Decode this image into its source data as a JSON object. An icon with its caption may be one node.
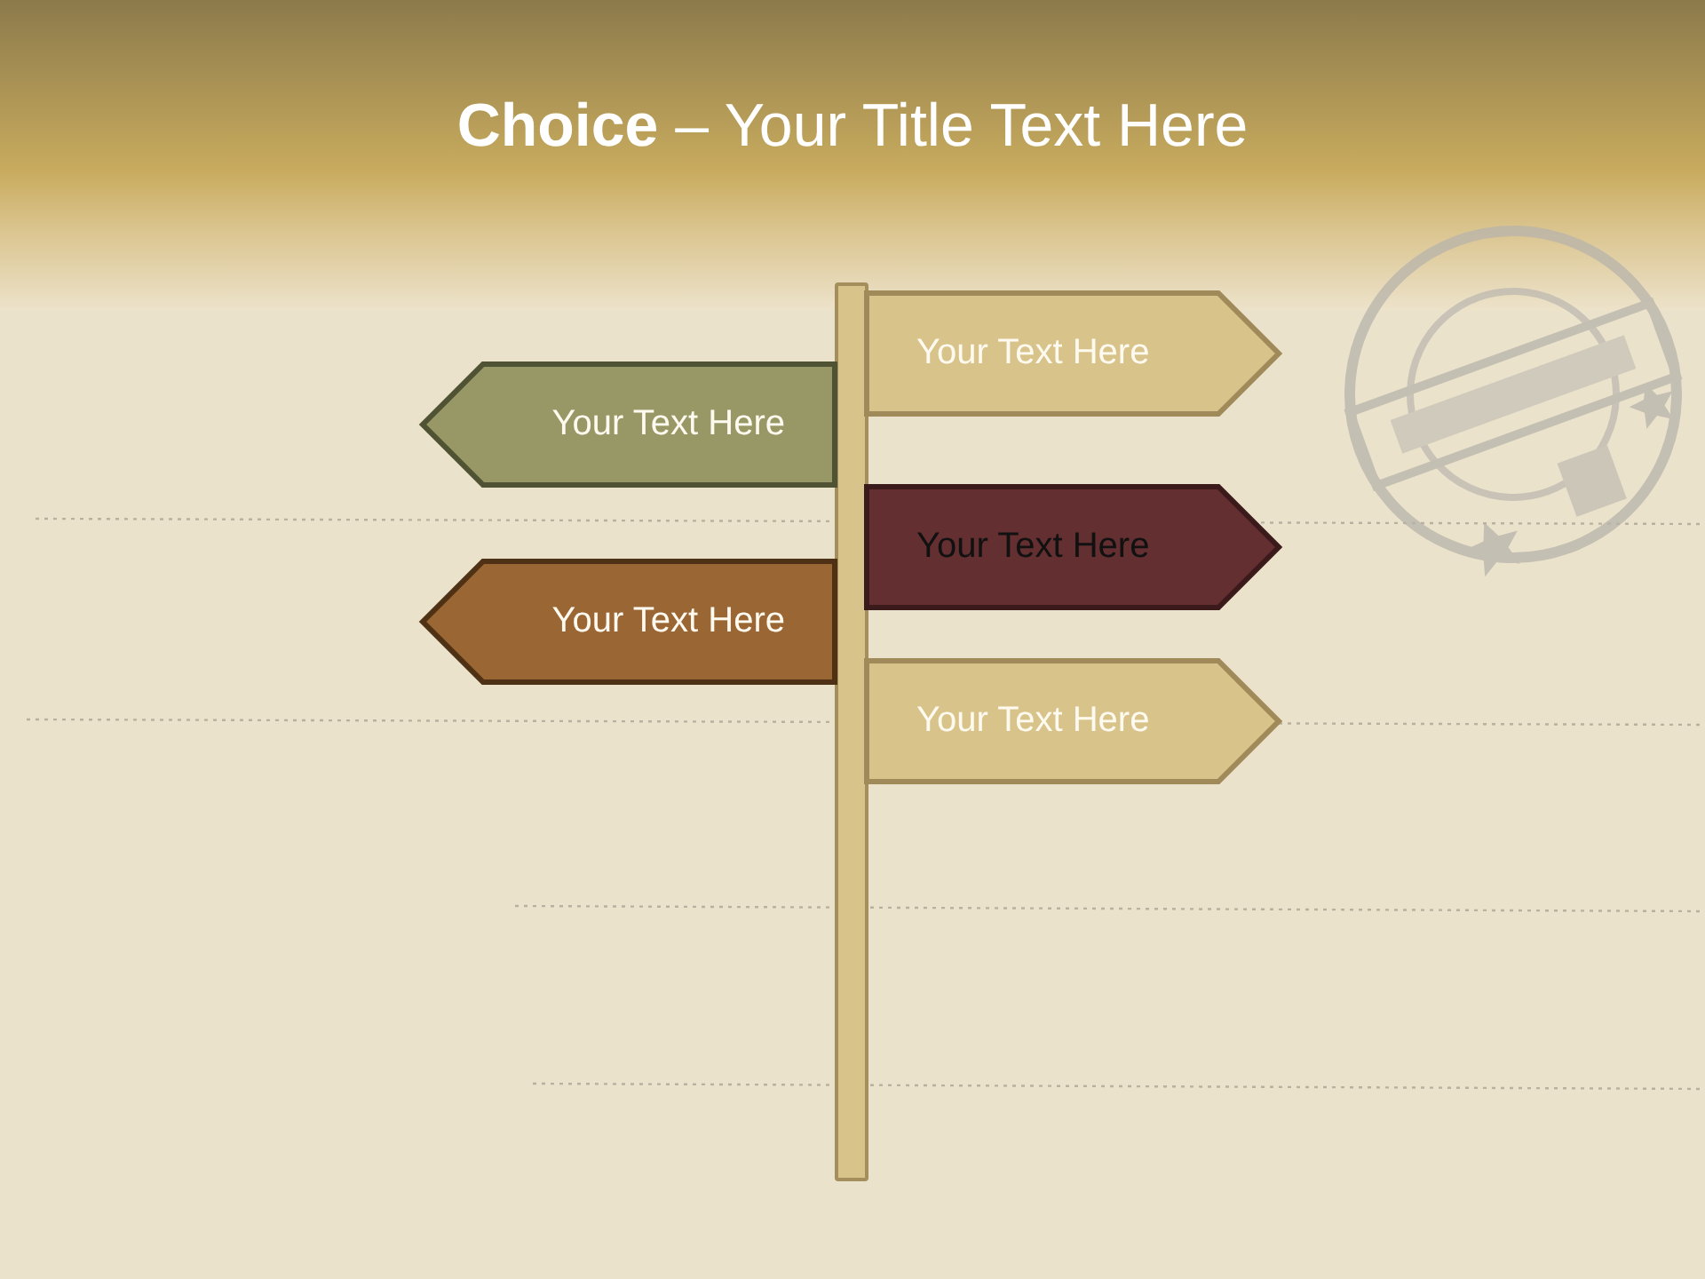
{
  "diagram": {
    "title": "**Choice** – Your Title Text Here",
    "nodes": [
      {
        "text": [
          "Your Text Here"
        ]
      },
      {
        "text": [
          "Your Text Here"
        ]
      },
      {
        "text": [
          "Your Text Here"
        ]
      },
      {
        "text": [
          "Your Text Here"
        ]
      },
      {
        "text": [
          "Your Text Here"
        ]
      },
      {
        "text": [],
        "shape": "bar"
      }
    ]
  }
}
